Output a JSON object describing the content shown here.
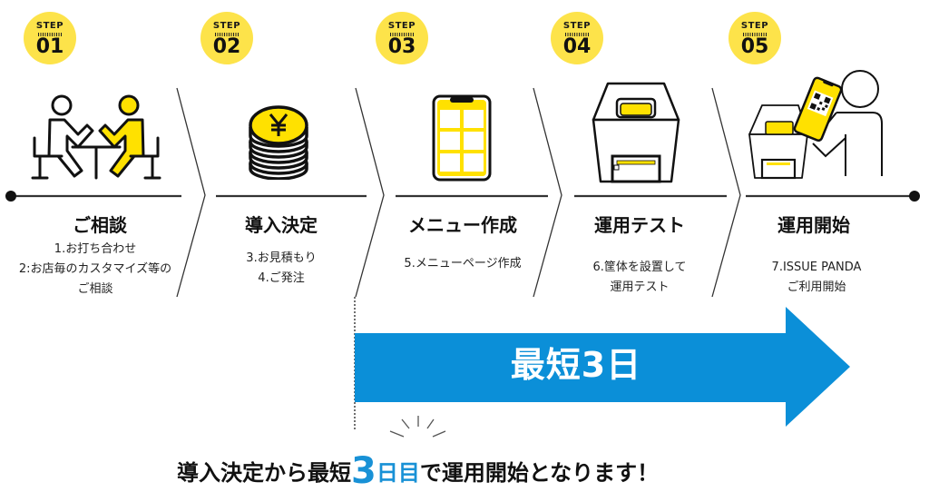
{
  "colors": {
    "accent_yellow": "#fde34a",
    "icon_yellow": "#ffe100",
    "banner_blue": "#0b8fd8",
    "emphasis_blue": "#1891d6",
    "line_dark": "#333333"
  },
  "steps": [
    {
      "badge_label": "STEP",
      "number": "01",
      "icon": "consultation-icon",
      "title": "ご相談",
      "lines": [
        "1.お打ち合わせ",
        "2:お店毎のカスタマイズ等の",
        "ご相談"
      ]
    },
    {
      "badge_label": "STEP",
      "number": "02",
      "icon": "yen-coins-icon",
      "title": "導入決定",
      "lines": [
        "3.お見積もり",
        "4.ご発注"
      ]
    },
    {
      "badge_label": "STEP",
      "number": "03",
      "icon": "smartphone-menu-icon",
      "title": "メニュー作成",
      "lines": [
        "5.メニューページ作成"
      ]
    },
    {
      "badge_label": "STEP",
      "number": "04",
      "icon": "kiosk-terminal-icon",
      "title": "運用テスト",
      "lines": [
        "6.筐体を設置して",
        "運用テスト"
      ]
    },
    {
      "badge_label": "STEP",
      "number": "05",
      "icon": "person-scanning-qr-icon",
      "title": "運用開始",
      "lines": [
        "7.ISSUE PANDA",
        "ご利用開始"
      ]
    }
  ],
  "banner": {
    "text": "最短3日"
  },
  "bottom": {
    "prefix": "導入決定から最短",
    "highlight_num": "3",
    "highlight_unit": "日目",
    "suffix": "で運用開始となります！"
  }
}
